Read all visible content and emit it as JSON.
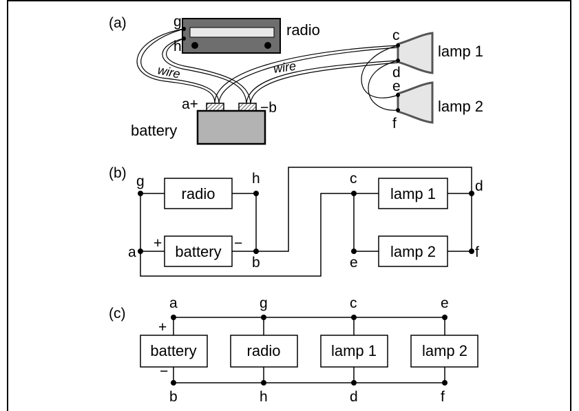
{
  "panels": {
    "a": "(a)",
    "b": "(b)",
    "c": "(c)"
  },
  "picture": {
    "radio": "radio",
    "battery": "battery",
    "lamp1": "lamp 1",
    "lamp2": "lamp 2",
    "wire_left": "wire",
    "wire_right": "wire",
    "node_g": "g",
    "node_h": "h",
    "node_c": "c",
    "node_d": "d",
    "node_e": "e",
    "node_f": "f",
    "terminal_pos": "a+",
    "terminal_neg": "−b"
  },
  "schematic": {
    "radio": "radio",
    "battery": "battery",
    "lamp1": "lamp 1",
    "lamp2": "lamp 2",
    "plus": "+",
    "minus": "−",
    "node_g": "g",
    "node_h": "h",
    "node_a": "a",
    "node_b": "b",
    "node_c": "c",
    "node_d": "d",
    "node_e": "e",
    "node_f": "f"
  },
  "parallel": {
    "battery": "battery",
    "radio": "radio",
    "lamp1": "lamp 1",
    "lamp2": "lamp 2",
    "plus": "+",
    "minus": "−",
    "top_a": "a",
    "top_g": "g",
    "top_c": "c",
    "top_e": "e",
    "bot_b": "b",
    "bot_h": "h",
    "bot_d": "d",
    "bot_f": "f"
  },
  "colors": {
    "radio_body": "#6e6e6e",
    "radio_dial": "#e8e8e8",
    "battery_body": "#b3b3b3",
    "lamp_fill": "#e6e6e6",
    "lamp_rim": "#555555"
  }
}
